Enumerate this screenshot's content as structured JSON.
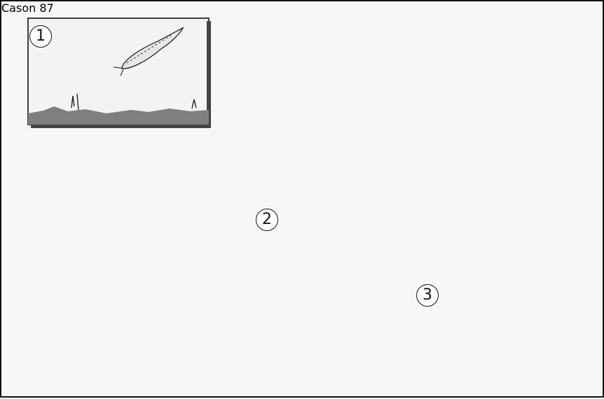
{
  "steps": [
    {
      "label": "1",
      "caption": ""
    },
    {
      "label": "2",
      "caption": ""
    },
    {
      "label": "3",
      "caption": ""
    }
  ],
  "artist_signature": "Cason 87",
  "colors": {
    "ink": "#111111",
    "scene_sky": "#f3f3f3",
    "seabed": "#7f7f7f",
    "fin_shade": "#a9a9a9",
    "fish_body": "#e6e6e6",
    "paper": "#f7f7f5"
  }
}
